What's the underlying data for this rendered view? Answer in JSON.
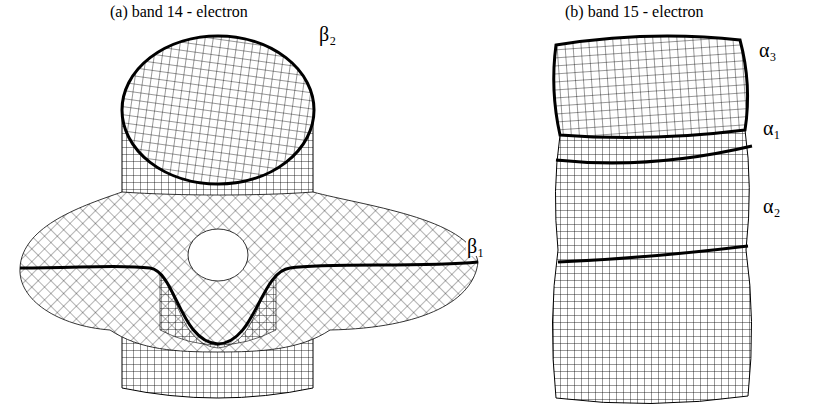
{
  "diagram": {
    "labels": [
      "(a) band 14 - electron",
      "(b) band 15 - electron",
      "β₂",
      "β₁",
      "α₃",
      "α₁",
      "α₂"
    ]
  }
}
